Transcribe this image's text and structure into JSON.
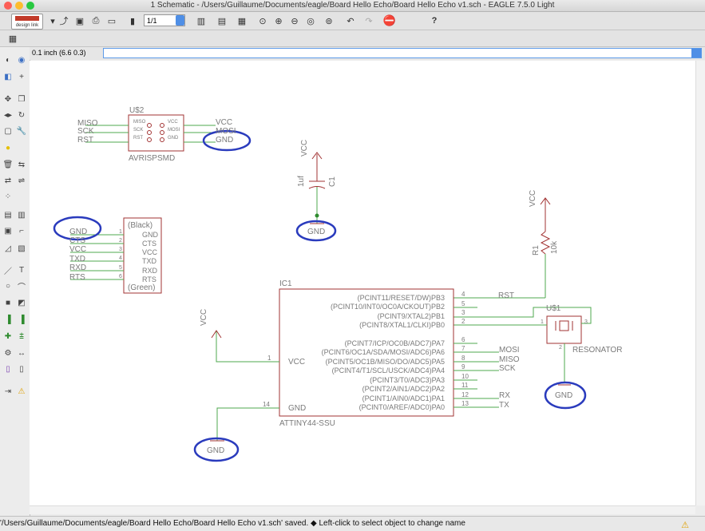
{
  "window": {
    "title": "1 Schematic - /Users/Guillaume/Documents/eagle/Board Hello Echo/Board Hello Echo v1.sch - EAGLE 7.5.0 Light"
  },
  "toolbar": {
    "logo_text": "design link",
    "page_select": "1/1",
    "icons": [
      "open-icon",
      "save-icon",
      "print-icon",
      "cam-icon",
      "sheet-icon",
      "zoom-fit-icon",
      "zoom-in-icon",
      "zoom-out-icon",
      "undo-icon",
      "redo-icon",
      "stop-icon",
      "help-icon"
    ]
  },
  "command_bar": {
    "grid_coordinate": "0.1 inch (6.6 0.3)",
    "command_value": ""
  },
  "status": {
    "message": "'/Users/Guillaume/Documents/eagle/Board Hello Echo/Board Hello Echo v1.sch' saved.  ◆ Left-click to select object to change name"
  },
  "schematic": {
    "isp": {
      "name": "U$2",
      "value": "AVRISPSMD",
      "left_nets": [
        "MISO",
        "SCK",
        "RST"
      ],
      "pins_left": [
        "MISO",
        "SCK",
        "RST"
      ],
      "pins_right": [
        "VCC",
        "MOSI",
        "GND"
      ],
      "right_nets": [
        "VCC",
        "MOSI",
        "GND"
      ]
    },
    "ftdi": {
      "top": "(Black)",
      "bottom": "(Green)",
      "nets": [
        "GND",
        "CTS",
        "VCC",
        "TXD",
        "RXD",
        "RTS"
      ],
      "pins": [
        "GND",
        "CTS",
        "VCC",
        "TXD",
        "RXD",
        "RTS"
      ],
      "numbers": [
        "1",
        "2",
        "3",
        "4",
        "5",
        "6"
      ]
    },
    "cap": {
      "value": "1uf",
      "name": "C1",
      "vcc": "VCC",
      "gnd": "GND"
    },
    "resistor": {
      "vcc": "VCC",
      "name": "R1",
      "value": "10k"
    },
    "resonator": {
      "name": "U$1",
      "value": "RESONATOR",
      "gnd": "GND",
      "pins": [
        "1",
        "3",
        "2"
      ]
    },
    "ic": {
      "name": "IC1",
      "value": "ATTINY44-SSU",
      "vcc_pin": "VCC",
      "gnd_pin": "GND",
      "vcc_num": "1",
      "gnd_num": "14",
      "vcc_net": "VCC",
      "gnd_net": "GND",
      "pins": [
        {
          "label": "(PCINT11/RESET/DW)PB3",
          "num": "4",
          "net": "RST"
        },
        {
          "label": "(PCINT10/INT0/OC0A/CKOUT)PB2",
          "num": "5",
          "net": ""
        },
        {
          "label": "(PCINT9/XTAL2)PB1",
          "num": "3",
          "net": ""
        },
        {
          "label": "(PCINT8/XTAL1/CLKI)PB0",
          "num": "2",
          "net": ""
        },
        {
          "label": "(PCINT7/ICP/OC0B/ADC7)PA7",
          "num": "6",
          "net": ""
        },
        {
          "label": "(PCINT6/OC1A/SDA/MOSI/ADC6)PA6",
          "num": "7",
          "net": "MOSI"
        },
        {
          "label": "(PCINT5/OC1B/MISO/DO/ADC5)PA5",
          "num": "8",
          "net": "MISO"
        },
        {
          "label": "(PCINT4/T1/SCL/USCK/ADC4)PA4",
          "num": "9",
          "net": "SCK"
        },
        {
          "label": "(PCINT3/T0/ADC3)PA3",
          "num": "10",
          "net": ""
        },
        {
          "label": "(PCINT2/AIN1/ADC2)PA2",
          "num": "11",
          "net": ""
        },
        {
          "label": "(PCINT1/AIN0/ADC1)PA1",
          "num": "12",
          "net": "RX"
        },
        {
          "label": "(PCINT0/AREF/ADC0)PA0",
          "num": "13",
          "net": "TX"
        }
      ]
    },
    "colors": {
      "part": "#a23333",
      "net": "#4fa94f",
      "label": "#7a7a7a",
      "highlight": "#2a3bbd",
      "junction": "#2e8b2e"
    }
  }
}
